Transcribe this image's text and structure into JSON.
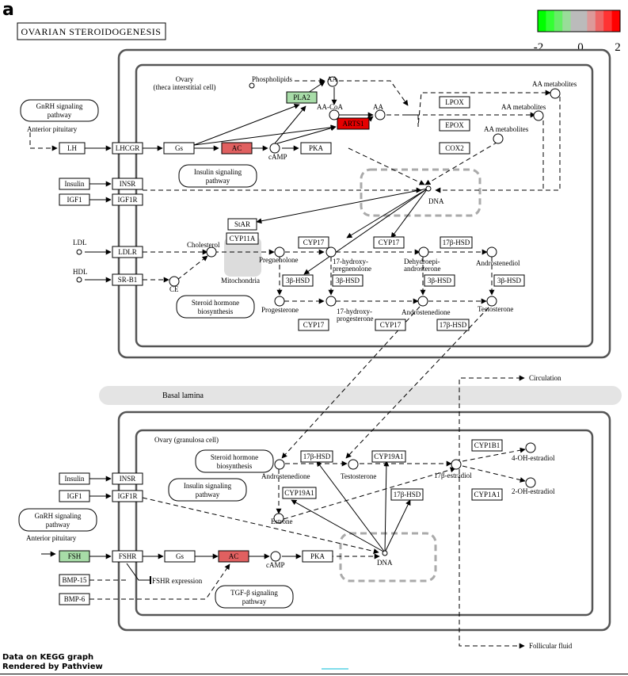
{
  "panel_letter": "a",
  "title": "OVARIAN STEROIDOGENESIS",
  "legend": {
    "colors": [
      "#00ff00",
      "#33ff33",
      "#66ee66",
      "#99dd99",
      "#bbbbbb",
      "#bbbbbb",
      "#dd9999",
      "#ee6666",
      "#ff3333",
      "#ff0000"
    ],
    "ticks": [
      "-2",
      "0",
      "2"
    ]
  },
  "colors": {
    "up_strong": "#e60000",
    "up": "#e06060",
    "down": "#a8dca8",
    "node_fill": "#ffffff"
  },
  "boxes": {
    "lh": "LH",
    "lhcgr": "LHCGR",
    "gs_top": "Gs",
    "ac_top": "AC",
    "pka_top": "PKA",
    "pla2": "PLA2",
    "arts1": "ARTS1",
    "lpox": "LPOX",
    "epox": "EPOX",
    "cox2": "COX2",
    "insulin_top": "Insulin",
    "insr_top": "INSR",
    "igf1_top": "IGF1",
    "igf1r_top": "IGF1R",
    "ldlr": "LDLR",
    "srb1": "SR-B1",
    "star": "StAR",
    "cyp11a": "CYP11A",
    "cyp17_a": "CYP17",
    "cyp17_b": "CYP17",
    "hsd17_a": "17β-HSD",
    "hsd3_a": "3β-HSD",
    "hsd3_b": "3β-HSD",
    "hsd3_c": "3β-HSD",
    "hsd3_d": "3β-HSD",
    "cyp17_c": "CYP17",
    "cyp17_d": "CYP17",
    "hsd17_b": "17β-HSD",
    "insulin_bot": "Insulin",
    "insr_bot": "INSR",
    "igf1_bot": "IGF1",
    "igf1r_bot": "IGF1R",
    "fsh": "FSH",
    "fshr": "FSHR",
    "gs_bot": "Gs",
    "ac_bot": "AC",
    "pka_bot": "PKA",
    "bmp15": "BMP-15",
    "bmp6": "BMP-6",
    "hsd17_c": "17β-HSD",
    "cyp19a1_a": "CYP19A1",
    "cyp19a1_b": "CYP19A1",
    "hsd17_d": "17β-HSD",
    "cyp1b1": "CYP1B1",
    "cyp1a1": "CYP1A1"
  },
  "pathways": {
    "gnrh_top": [
      "GnRH signaling",
      "pathway"
    ],
    "insulin_top": [
      "Insulin signaling",
      "pathway"
    ],
    "steroid_top": [
      "Steroid hormone",
      "biosynthesis"
    ],
    "gnrh_bot": [
      "GnRH signaling",
      "pathway"
    ],
    "steroid_bot": [
      "Steroid hormone",
      "biosynthesis"
    ],
    "insulin_bot": [
      "Insulin signaling",
      "pathway"
    ],
    "tgfb": [
      "TGF-β signaling",
      "pathway"
    ]
  },
  "labels": {
    "ovary_theca": [
      "Ovary",
      "(theca interstitial cell)"
    ],
    "ovary_granulosa": "Ovary (granulosa cell)",
    "anterior_pituitary_top": "Anterior pituitary",
    "anterior_pituitary_bot": "Anterior pituitary",
    "phospholipids": "Phospholipids",
    "aa_1": "AA",
    "aa_coa": "AA-CoA",
    "aa_2": "AA",
    "aa_metab_1": "AA metabolites",
    "aa_metab_2": "AA metabolites",
    "aa_metab_3": "AA metabolites",
    "camp_top": "cAMP",
    "camp_bot": "cAMP",
    "dna_top": "DNA",
    "dna_bot": "DNA",
    "ldl": "LDL",
    "hdl": "HDL",
    "cholesterol": "Cholesterol",
    "ce": "CE",
    "mitochondria": "Mitochondria",
    "pregnenolone": "Pregnenolone",
    "hydroxypreg": [
      "17-hydroxy-",
      "pregnenolone"
    ],
    "dhea": [
      "Dehydroepi-",
      "androsterone"
    ],
    "androstenediol": "Androstenediol",
    "progesterone": "Progesterone",
    "hydroxyprog": [
      "17-hydroxy-",
      "progesterone"
    ],
    "androstenedione_top": "Androstenedione",
    "testosterone_top": "Testosterone",
    "basal_lamina": "Basal lamina",
    "circulation": "Circulation",
    "follicular_fluid": "Follicular fluid",
    "androstenedione_bot": "Androstenedione",
    "testosterone_bot": "Testosterone",
    "estradiol": "17β-estradiol",
    "estrone": "Estrone",
    "oh4": "4-OH-estradiol",
    "oh2": "2-OH-estradiol",
    "fshr_expression": "FSHR expression"
  },
  "footer": {
    "line1": "Data on KEGG graph",
    "line2": "Rendered by Pathview"
  }
}
